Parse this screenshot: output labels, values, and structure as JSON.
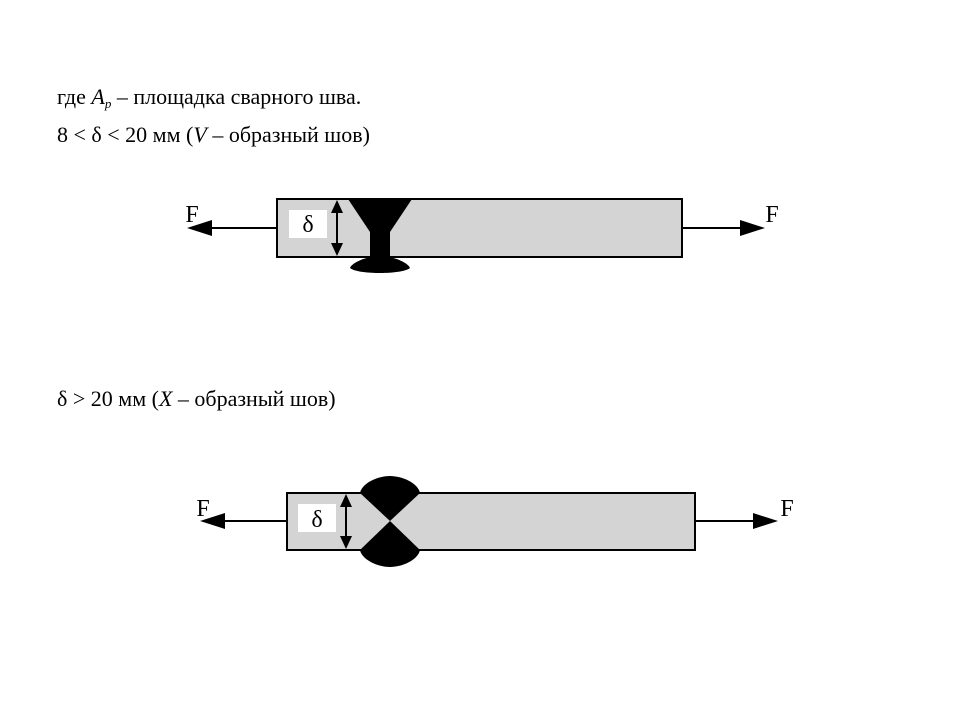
{
  "text": {
    "line1_prefix": "где ",
    "line1_var": "A",
    "line1_sub": "р",
    "line1_suffix": " – площадка сварного шва.",
    "line2_prefix": "8 < δ < 20 мм  (",
    "line2_var": "V",
    "line2_suffix": " – образный шов)",
    "line3_prefix": "δ > 20 мм  (",
    "line3_var": "X",
    "line3_suffix": " – образный шов)"
  },
  "diagram_v": {
    "force_left": "F",
    "force_right": "F",
    "thickness": "δ"
  },
  "diagram_x": {
    "force_left": "F",
    "force_right": "F",
    "thickness": "δ"
  },
  "colors": {
    "plate_fill": "#d4d4d4",
    "weld_fill": "#000000",
    "label_box": "#ffffff",
    "stroke": "#000000"
  }
}
